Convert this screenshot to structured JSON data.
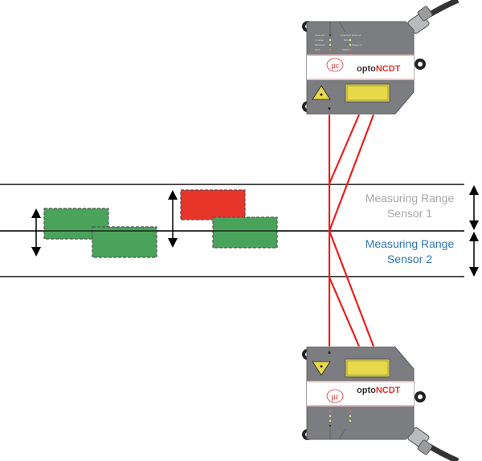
{
  "diagram": {
    "title": "Thickness measurement with two opposing optoNCDT laser sensors",
    "labels": {
      "range1_line1": "Measuring Range",
      "range1_line2": "Sensor 1",
      "range2_line1": "Measuring Range",
      "range2_line2": "Sensor 2"
    },
    "colors": {
      "range1_text": "#a6a6a6",
      "range2_text": "#2e75b6",
      "laser": "#ee1c1c",
      "object_ok": "#4aa35a",
      "object_fault": "#e8352a",
      "sensor_body": "#7b7d80",
      "label_band": "#ffffff"
    },
    "sensor_top": {
      "brand_prefix": "opto",
      "brand_suffix": "NCDT",
      "logo": "µε",
      "led_labels_left": [
        "Laser off",
        "In range",
        "Midrange",
        "Error"
      ],
      "led_labels_right": [
        "Ethernet",
        "RUN",
        "Power on",
        "ZERO"
      ],
      "led_header": "EtherCAT"
    },
    "sensor_bottom": {
      "brand_prefix": "opto",
      "brand_suffix": "NCDT",
      "logo": "µε",
      "mirrored": true
    },
    "objects": [
      {
        "name": "object-ok-1a",
        "state": "ok"
      },
      {
        "name": "object-ok-1b",
        "state": "ok"
      },
      {
        "name": "object-fault",
        "state": "fault"
      },
      {
        "name": "object-ok-2",
        "state": "ok"
      }
    ]
  }
}
